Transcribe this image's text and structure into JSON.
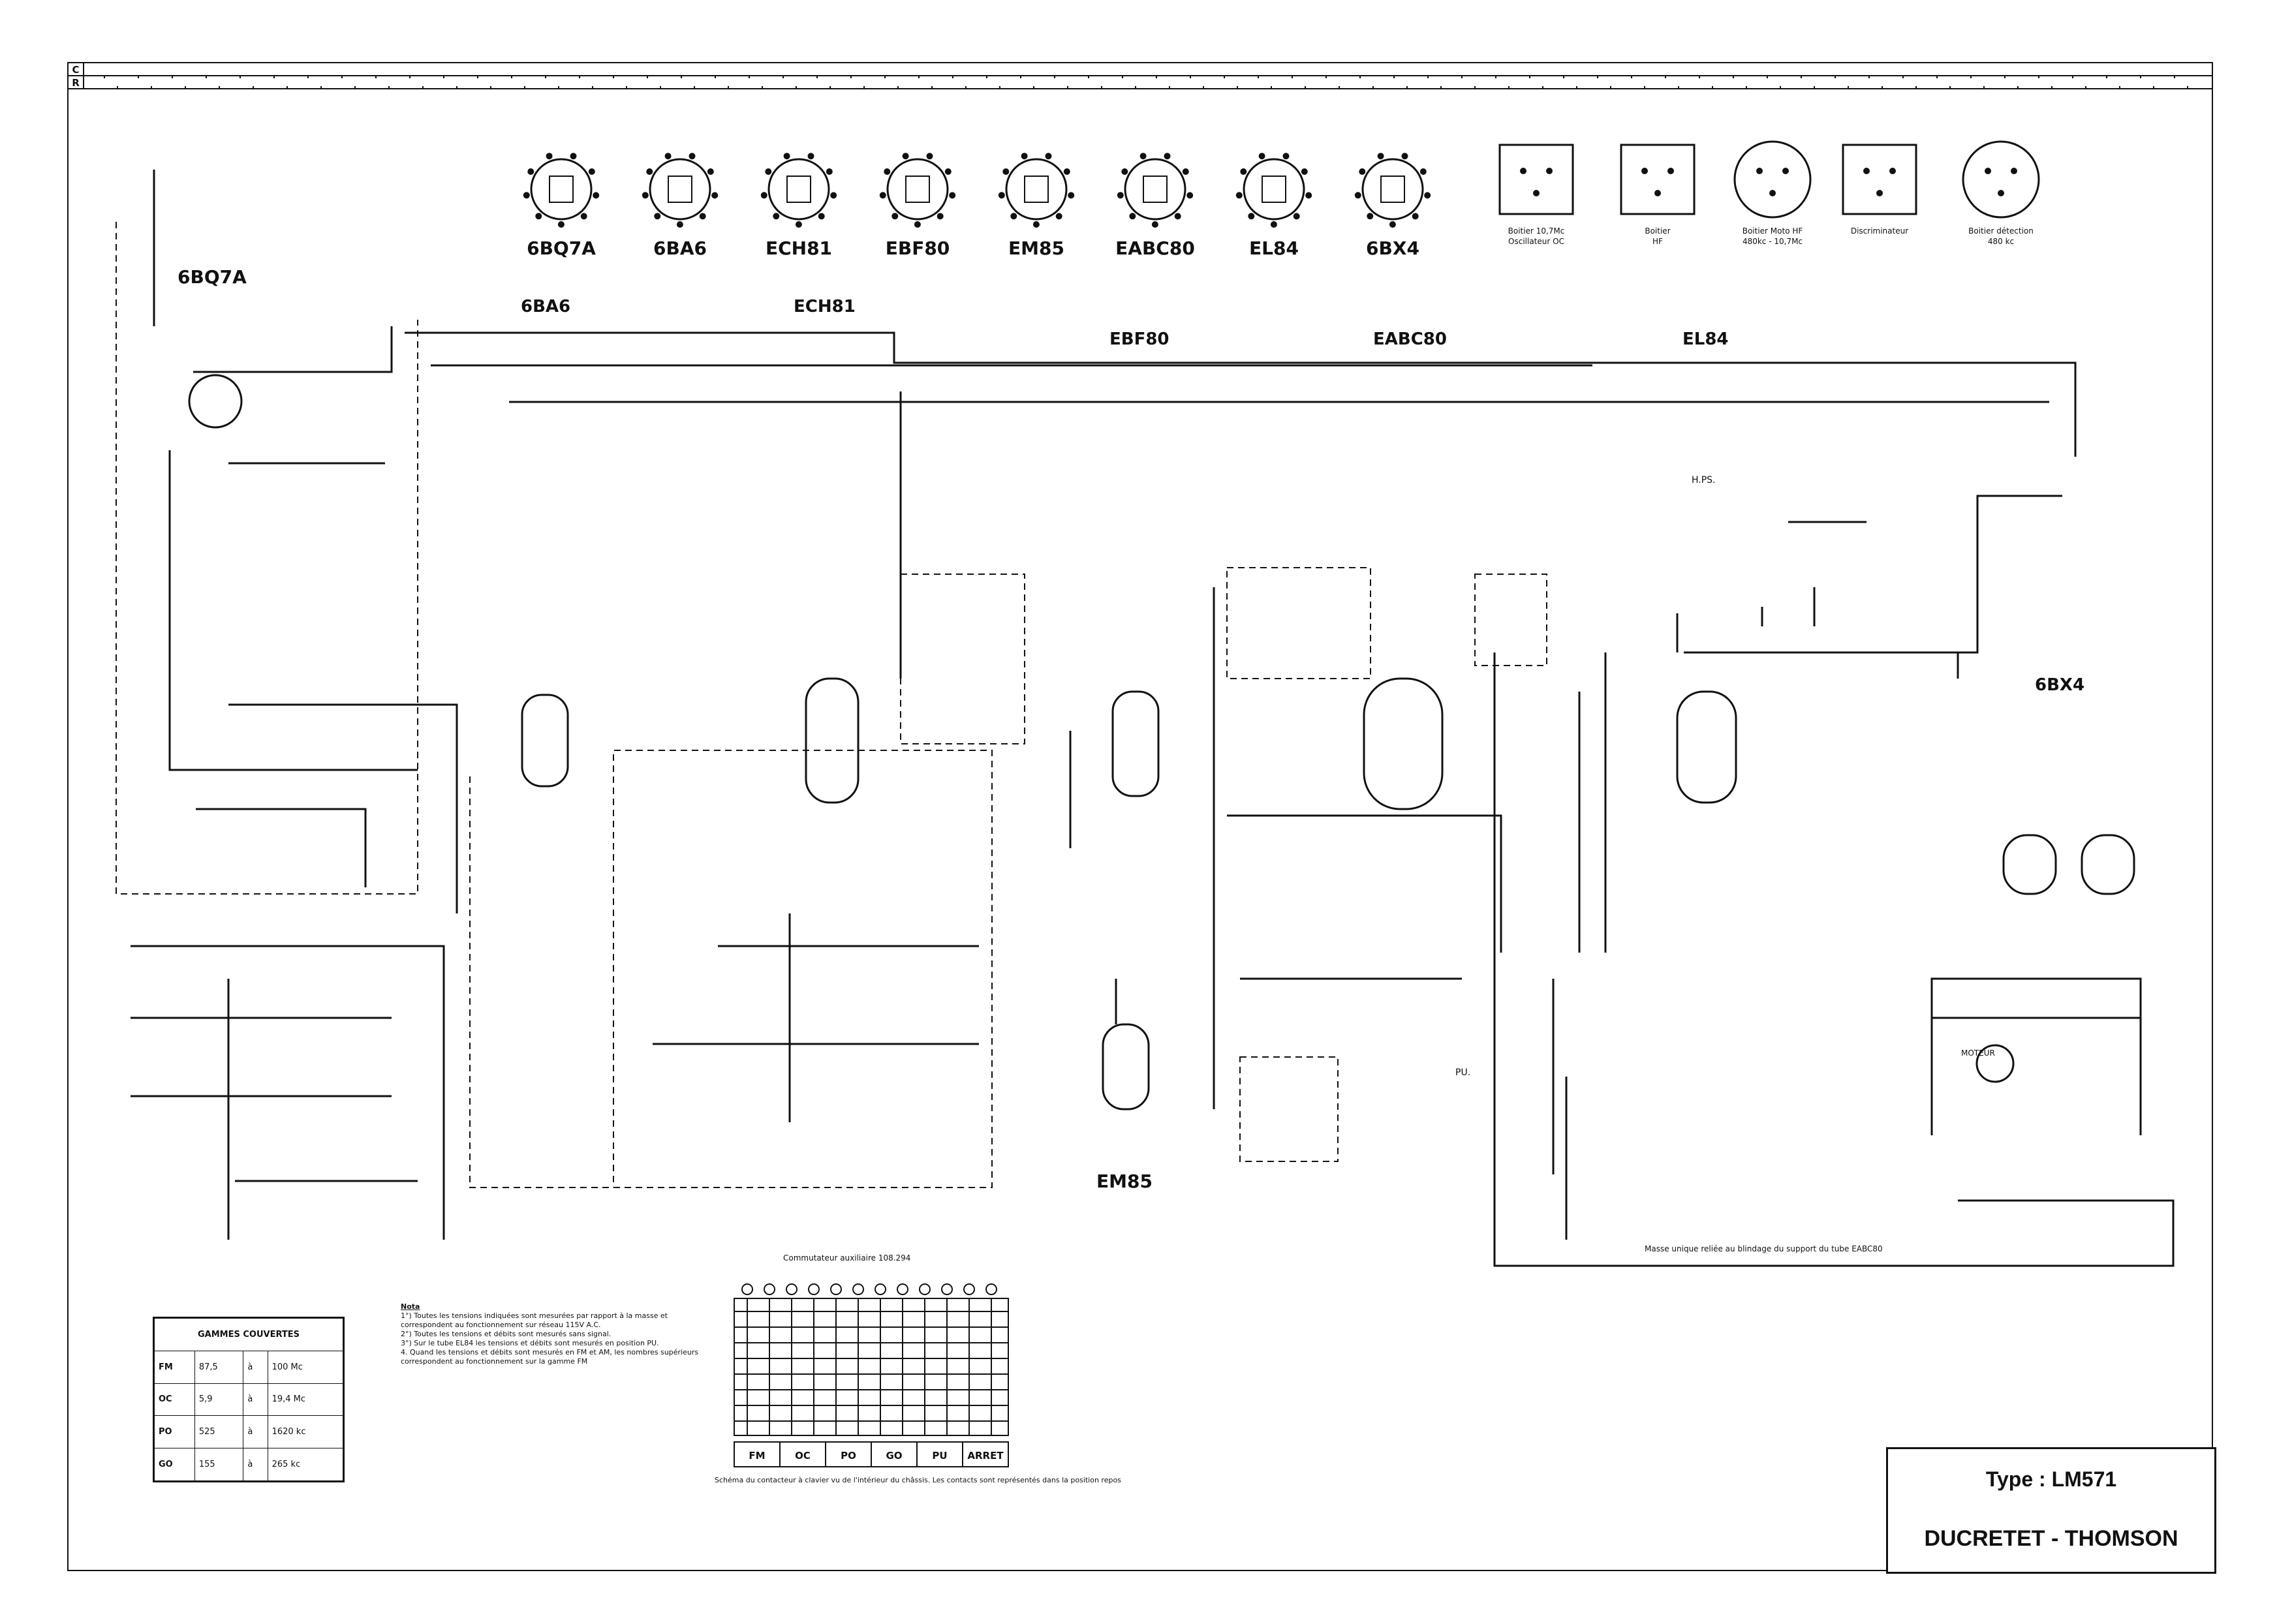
{
  "ruler": {
    "row_c_label": "C",
    "row_r_label": "R"
  },
  "tube_headers": [
    {
      "name": "6BQ7A"
    },
    {
      "name": "6BA6"
    },
    {
      "name": "ECH81"
    },
    {
      "name": "EBF80"
    },
    {
      "name": "EM85"
    },
    {
      "name": "EABC80"
    },
    {
      "name": "EL84"
    },
    {
      "name": "6BX4"
    }
  ],
  "section_labels": {
    "v_6bq7a": "6BQ7A",
    "v_6ba6": "6BA6",
    "v_ech81": "ECH81",
    "v_ebf80": "EBF80",
    "v_eabc80": "EABC80",
    "v_el84": "EL84",
    "v_6bx4": "6BX4",
    "v_em85": "EM85",
    "hps": "H.PS.",
    "pu": "PU.",
    "moteur": "MOTEUR"
  },
  "coil_boxes": [
    {
      "label": "Boitier 10,7Mc Oscillateur OC"
    },
    {
      "label": "Boitier HF"
    },
    {
      "label": "Boitier Moto HF 480kc - 10,7Mc"
    },
    {
      "label": "Discriminateur"
    },
    {
      "label": "Boitier détection 480 kc"
    }
  ],
  "gammes": {
    "title": "GAMMES COUVERTES",
    "rows": [
      {
        "band": "FM",
        "from": "87,5",
        "sep": "à",
        "to": "100 Mc"
      },
      {
        "band": "OC",
        "from": "5,9",
        "sep": "à",
        "to": "19,4 Mc"
      },
      {
        "band": "PO",
        "from": "525",
        "sep": "à",
        "to": "1620 kc"
      },
      {
        "band": "GO",
        "from": "155",
        "sep": "à",
        "to": "265 kc"
      }
    ]
  },
  "notes": {
    "title": "Nota",
    "lines": [
      "1°) Toutes les tensions indiquées sont mesurées par rapport à la masse et correspondent au fonctionnement sur réseau 115V A.C.",
      "2°) Toutes les tensions et débits sont mesurés sans signal.",
      "3°) Sur le tube EL84 les tensions et débits sont mesurés en position PU.",
      "4. Quand les tensions et débits sont mesurés en FM et AM, les nombres supérieurs correspondent au fonctionnement sur la gamme FM"
    ]
  },
  "switch": {
    "title": "Commutateur auxiliaire 108.294",
    "bands": [
      "FM",
      "OC",
      "PO",
      "GO",
      "PU",
      "ARRET"
    ],
    "caption": "Schéma du contacteur à clavier vu de l'intérieur du châssis. Les contacts sont représentés dans la position repos"
  },
  "masse_note": "Masse unique reliée au blindage du support du tube EABC80",
  "type_block": {
    "type_line": "Type :  LM571",
    "maker": "DUCRETET - THOMSON"
  }
}
